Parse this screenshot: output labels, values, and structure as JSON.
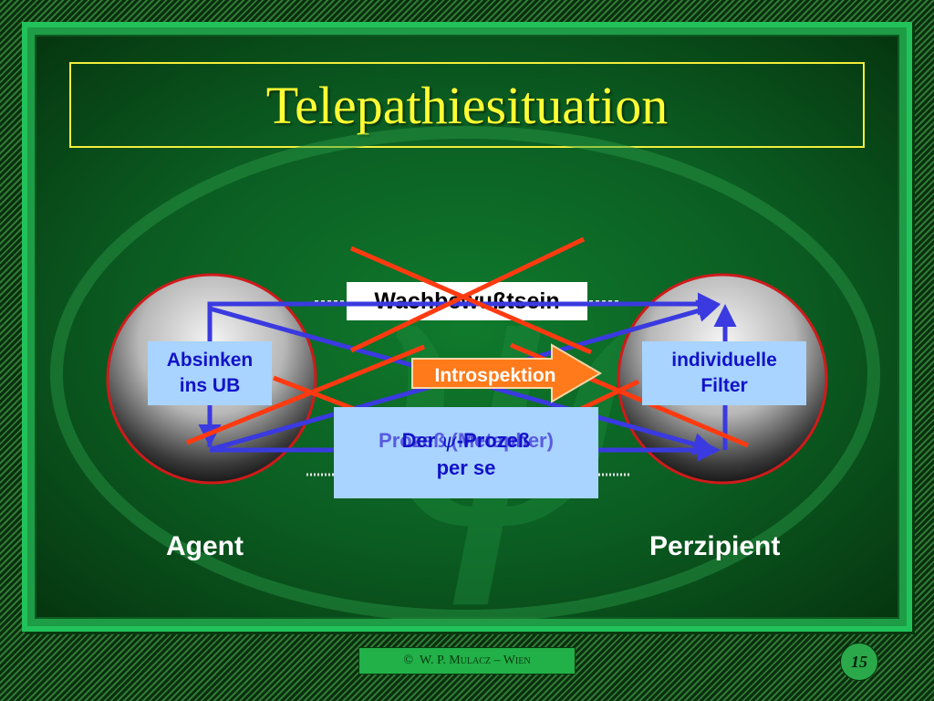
{
  "slide": {
    "title": "Telepathiesituation",
    "watermark_symbol": "ψ"
  },
  "diagram": {
    "top_label": "Wachbewußtsein",
    "left_box": {
      "line1": "Absinken",
      "line2": "ins UB"
    },
    "right_box": {
      "line1": "individuelle",
      "line2": "Filter"
    },
    "arrow_label": "Introspektion",
    "center_box": {
      "prefix": "Der ",
      "symbol": "ψ",
      "suffix": "-Prozeß",
      "line2": "per se"
    },
    "behind_center_text": "Prozeß (Metapher)",
    "agent_label": "Agent",
    "perzipient_label": "Perzipient"
  },
  "footer": {
    "copyright_symbol": "©",
    "author": "W. P. Mulacz – Wien",
    "page_number": "15"
  },
  "colors": {
    "slide_green": "#1e9c46",
    "title_yellow": "#ffff33",
    "arrow_blue": "#3a3ae0",
    "cross_red": "#ff3a10",
    "introspektion_orange": "#ff7a1a",
    "label_box_blue": "#a8d4ff",
    "label_text_blue": "#1212c8"
  },
  "icons": {
    "watermark": "psi-watermark-icon",
    "introspektion_arrow": "arrow-right-icon"
  }
}
